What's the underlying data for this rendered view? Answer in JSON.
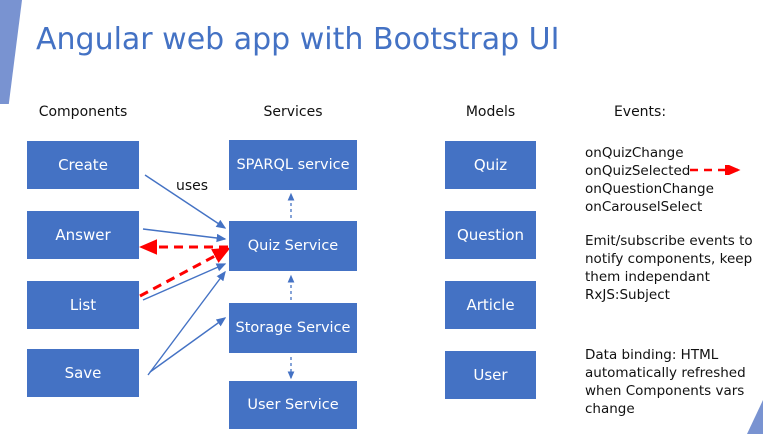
{
  "slide": {
    "title": "Angular web app with Bootstrap UI",
    "accent_blue": "#4472c4",
    "wedge_blue": "#7993d1",
    "red_accent": "#ff0000",
    "text_color": "#111111"
  },
  "columns": {
    "components": {
      "heading": "Components",
      "nodes": [
        {
          "label": "Create"
        },
        {
          "label": "Answer"
        },
        {
          "label": "List"
        },
        {
          "label": "Save"
        }
      ]
    },
    "services": {
      "heading": "Services",
      "nodes": [
        {
          "label": "SPARQL service"
        },
        {
          "label": "Quiz Service"
        },
        {
          "label": "Storage Service"
        },
        {
          "label": "User Service"
        }
      ]
    },
    "models": {
      "heading": "Models",
      "nodes": [
        {
          "label": "Quiz"
        },
        {
          "label": "Question"
        },
        {
          "label": "Article"
        },
        {
          "label": "User"
        }
      ]
    },
    "events": {
      "heading": "Events:",
      "event_names": "onQuizChange\nonQuizSelected\nonQuestionChange\nonCarouselSelect",
      "paragraph_1": "Emit/subscribe events to notify components, keep them independant RxJS:Subject",
      "paragraph_2": "Data binding: HTML automatically refreshed when Components vars change"
    }
  },
  "annotations": {
    "uses_label": "uses"
  }
}
